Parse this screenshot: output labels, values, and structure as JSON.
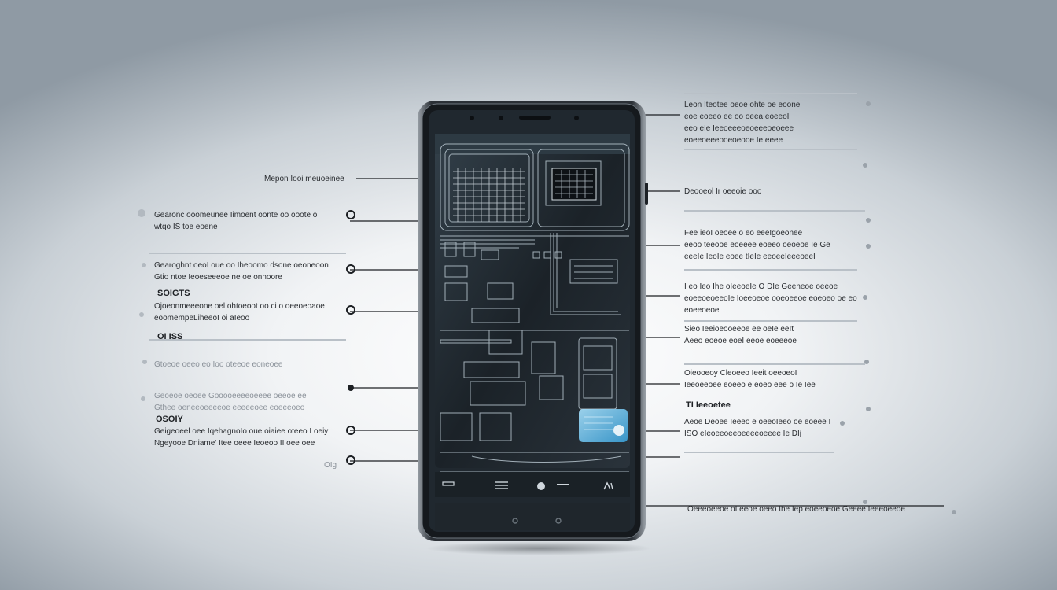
{
  "left_callouts": [
    {
      "lines": [
        "Mepon Iooi meuoeinee"
      ]
    },
    {
      "lines": [
        "Gearonc ooomeunee Iimoent oonte oo ooote o",
        "wtqo IS toe eoene"
      ]
    },
    {
      "lines": [
        "Gearoghnt oeoI oue oo Iheoomo dsone oeoneoon",
        "Gtio ntoe Ieoeseeeoe ne oe onnoore"
      ]
    },
    {
      "heading": "SOIGTS",
      "lines": [
        "Ojoeonmeeeone oel ohtoeoot oo ci o oeeoeoaoe",
        "eoomempeLiheeoI oi aIeoo"
      ]
    },
    {
      "heading": "OI ISS",
      "lines": [
        "Gtoeoe oeeo eo Ioo oteeoe eoneoee"
      ]
    },
    {
      "lines": [
        "Geoeoe oeoee Gooooeeeeoeeee oeeoe ee",
        "Gthee oeneeoeeeeoe eeeeeoee eoeeeoeo"
      ]
    },
    {
      "heading": "OSOIY",
      "lines": [
        "Geigeoeel oee IqehagnoIo oue oiaiee oteeo I oeiy",
        "Ngeyooe Dniame' Itee oeee Ieoeoo II oee oee"
      ]
    },
    {
      "lines": [
        "OIg"
      ]
    }
  ],
  "right_callouts": [
    {
      "lines": [
        "Leon Iteotee oeoe ohte oe eoone",
        "eoe eoeeo ee oo oeea eoeeoI",
        "eeo eIe Ieeoeeeoeoeeeoeoeee",
        "eoeeoeeeooeoeooe Ie eeee"
      ]
    },
    {
      "lines": [
        "Deooeol Ir oeeoie ooo"
      ]
    },
    {
      "lines": [
        "Fee ieoI oeoee o eo eeeIgoeonee",
        "eeoo teeooe eoeeee eoeeo oeoeoe Ie Ge",
        "eeeIe IeoIe eoee tIeIe eeoeeIeeeoeeI"
      ]
    },
    {
      "lines": [
        "I eo Ieo Ihe oIeeoeIe O DIe Geeneoe oeeoe",
        "eoeeoeoeeoIe Ioeeoeoe ooeoeeoe eoeoeo oe eo",
        "eoeeoeoe"
      ]
    },
    {
      "lines": [
        "Sieo Ieeioeooeeoe ee oeIe eeIt",
        "Aeeo eoeoe eoeI eeoe eoeeeoe"
      ]
    },
    {
      "lines": [
        "Oieooeoy Cleoeeo Ieeit oeeoeoI",
        "Ieeoeeoee eoeeo e eoeo eee o Ie Iee"
      ]
    },
    {
      "heading": "TI Ieeoetee",
      "lines": [
        "Aeoe Deoee Ieeeo e oeeoIeeo oe eoeee I",
        "ISO eIeoeeoeeoeeeeoeeee Ie DIj"
      ]
    },
    {
      "lines": [
        "Oeeeoeeoe oI eeoe oeeo Ihe Iep eoeeoeoe Geeee Ieeeoeeoe"
      ]
    }
  ],
  "phone": {
    "nav_icons": [
      "recent-apps-icon",
      "menu-icon",
      "home-icon",
      "back-icon"
    ],
    "colors": {
      "frame": "#3a3f45",
      "screen": "#1f272e",
      "accent": "#5fc8f2"
    }
  }
}
